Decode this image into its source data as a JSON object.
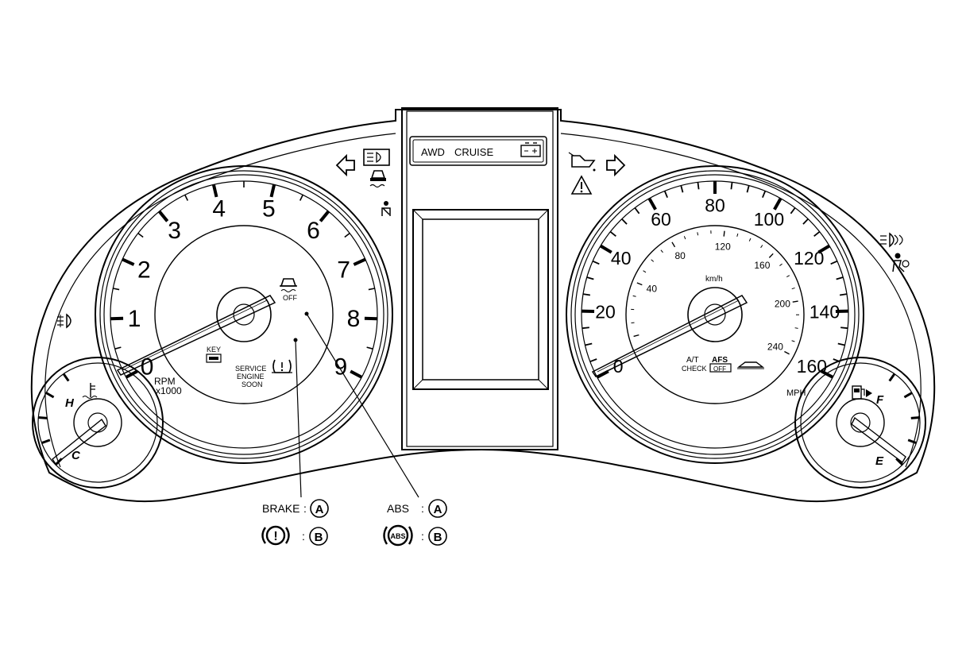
{
  "top_display": {
    "awd": "AWD",
    "cruise": "CRUISE"
  },
  "tachometer": {
    "numbers": [
      "0",
      "1",
      "2",
      "3",
      "4",
      "5",
      "6",
      "7",
      "8",
      "9"
    ],
    "unit": "RPM",
    "multiplier": "x1000",
    "off_label": "OFF",
    "key_label": "KEY",
    "service_lines": [
      "SERVICE",
      "ENGINE",
      "SOON"
    ]
  },
  "speedometer": {
    "mph_numbers": [
      "0",
      "20",
      "40",
      "60",
      "80",
      "100",
      "120",
      "140",
      "160"
    ],
    "kmh_numbers": [
      "40",
      "80",
      "120",
      "160",
      "200",
      "240"
    ],
    "kmh_unit": "km/h",
    "mph_unit": "MPH",
    "at_check": [
      "A/T",
      "CHECK"
    ],
    "afs": [
      "AFS",
      "OFF"
    ]
  },
  "temp_gauge": {
    "hot": "H",
    "cold": "C"
  },
  "fuel_gauge": {
    "full": "F",
    "empty": "E"
  },
  "callouts": {
    "brake": {
      "label": "BRAKE",
      "sep": ":",
      "a": "A",
      "b": "B"
    },
    "abs": {
      "label": "ABS",
      "sep": ":",
      "a": "A",
      "b": "B",
      "symbol": "ABS"
    },
    "brake_symbol": "!"
  },
  "icons": [
    "left-turn-arrow-icon",
    "headlight-icon",
    "slip-icon",
    "seatbelt-icon",
    "fog-light-icon",
    "oil-pressure-icon",
    "right-turn-arrow-icon",
    "warning-triangle-icon",
    "high-beam-icon",
    "airbag-icon",
    "battery-icon",
    "key-icon",
    "tire-pressure-icon",
    "coolant-temp-icon",
    "fuel-pump-icon",
    "car-icon"
  ]
}
